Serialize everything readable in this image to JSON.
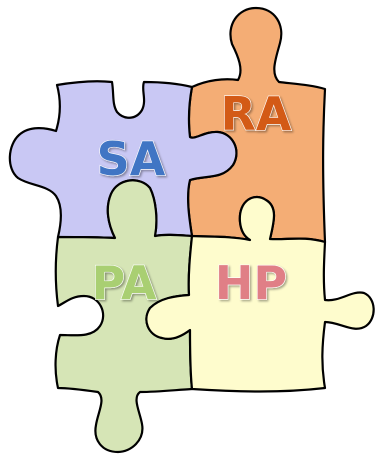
{
  "pieces": {
    "sa": {
      "label": "SA",
      "fill": "#c9c8f4",
      "text_color": "#3f74c4"
    },
    "ra": {
      "label": "RA",
      "fill": "#f4ad75",
      "text_color": "#d35a16"
    },
    "pa": {
      "label": "PA",
      "fill": "#d6e5b6",
      "text_color": "#a9cf72"
    },
    "hp": {
      "label": "HP",
      "fill": "#fefccd",
      "text_color": "#e07f86"
    }
  }
}
